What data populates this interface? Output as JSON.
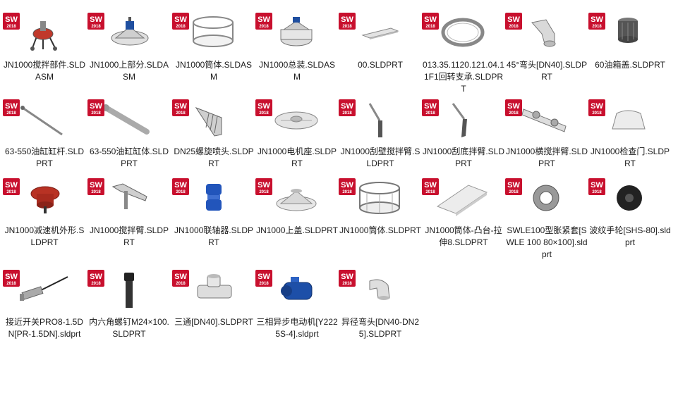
{
  "colors": {
    "text": "#1b1b1b",
    "background": "#ffffff",
    "badge_red": "#c8102e"
  },
  "badge": {
    "icon": "solidworks-2018-icon",
    "text_sw": "SW",
    "text_year": "2018"
  },
  "files": [
    {
      "name": "JN1000搅拌部件.SLDASM",
      "type": "assembly",
      "icon": "mixer-assembly-thumbnail-icon"
    },
    {
      "name": "JN1000上部分.SLDASM",
      "type": "assembly",
      "icon": "upper-part-assembly-thumbnail-icon"
    },
    {
      "name": "JN1000筒体.SLDASM",
      "type": "assembly",
      "icon": "cylinder-assembly-thumbnail-icon"
    },
    {
      "name": "JN1000总装.SLDASM",
      "type": "assembly",
      "icon": "main-assembly-thumbnail-icon"
    },
    {
      "name": "00.SLDPRT",
      "type": "part",
      "icon": "plate-part-thumbnail-icon"
    },
    {
      "name": "013.35.1120.121.04.11F1回转支承.SLDPRT",
      "type": "part",
      "icon": "slewing-bearing-thumbnail-icon"
    },
    {
      "name": "45°弯头[DN40].SLDPRT",
      "type": "part",
      "icon": "elbow-45-thumbnail-icon"
    },
    {
      "name": "60油箱盖.SLDPRT",
      "type": "part",
      "icon": "tank-cap-thumbnail-icon"
    },
    {
      "name": "63-550油缸缸杆.SLDPRT",
      "type": "part",
      "icon": "cylinder-rod-thumbnail-icon"
    },
    {
      "name": "63-550油缸缸体.SLDPRT",
      "type": "part",
      "icon": "cylinder-body-thumbnail-icon"
    },
    {
      "name": "DN25螺旋喷头.SLDPRT",
      "type": "part",
      "icon": "spiral-nozzle-thumbnail-icon"
    },
    {
      "name": "JN1000电机座.SLDPRT",
      "type": "part",
      "icon": "motor-seat-thumbnail-icon"
    },
    {
      "name": "JN1000刮壁搅拌臂.SLDPRT",
      "type": "part",
      "icon": "wall-scraper-arm-thumbnail-icon"
    },
    {
      "name": "JN1000刮底拌臂.SLDPRT",
      "type": "part",
      "icon": "bottom-scraper-arm-thumbnail-icon"
    },
    {
      "name": "JN1000横搅拌臂.SLDPRT",
      "type": "part",
      "icon": "horizontal-arm-thumbnail-icon"
    },
    {
      "name": "JN1000检查门.SLDPRT",
      "type": "part",
      "icon": "inspection-door-thumbnail-icon"
    },
    {
      "name": "JN1000减速机外形.SLDPRT",
      "type": "part",
      "icon": "reducer-thumbnail-icon"
    },
    {
      "name": "JN1000搅拌臂.SLDPRT",
      "type": "part",
      "icon": "mixing-arm-thumbnail-icon"
    },
    {
      "name": "JN1000联轴器.SLDPRT",
      "type": "part",
      "icon": "coupling-thumbnail-icon"
    },
    {
      "name": "JN1000上盖.SLDPRT",
      "type": "part",
      "icon": "top-cover-thumbnail-icon"
    },
    {
      "name": "JN1000筒体.SLDPRT",
      "type": "part",
      "icon": "cylinder-part-thumbnail-icon"
    },
    {
      "name": "JN1000筒体-凸台-拉伸8.SLDPRT",
      "type": "part",
      "icon": "boss-extrude-thumbnail-icon"
    },
    {
      "name": "SWLE100型胀紧套[SWLE 100 80×100].sldprt",
      "type": "part",
      "icon": "expansion-sleeve-thumbnail-icon"
    },
    {
      "name": "波纹手轮[SHS-80].sldprt",
      "type": "part",
      "icon": "handwheel-thumbnail-icon"
    },
    {
      "name": "接近开关PRO8-1.5DN[PR-1.5DN].sldprt",
      "type": "part",
      "icon": "proximity-switch-thumbnail-icon"
    },
    {
      "name": "内六角螺钉M24×100.SLDPRT",
      "type": "part",
      "icon": "socket-screw-thumbnail-icon"
    },
    {
      "name": "三通[DN40].SLDPRT",
      "type": "part",
      "icon": "tee-fitting-thumbnail-icon"
    },
    {
      "name": "三相异步电动机[Y2225S-4].sldprt",
      "type": "part",
      "icon": "motor-thumbnail-icon"
    },
    {
      "name": "异径弯头[DN40-DN25].SLDPRT",
      "type": "part",
      "icon": "reducing-elbow-thumbnail-icon"
    }
  ]
}
